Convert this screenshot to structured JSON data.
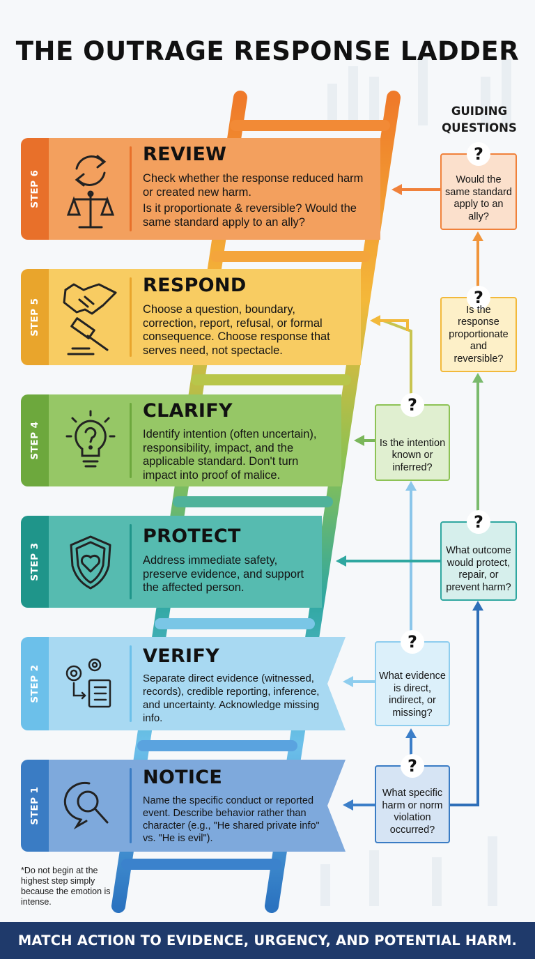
{
  "title": "THE OUTRAGE RESPONSE LADDER",
  "guiding_questions_title": "GUIDING QUESTIONS",
  "steps": [
    {
      "label": "STEP 6",
      "heading": "REVIEW",
      "body": [
        "Check whether the response reduced harm or created new harm.",
        "Is it proportionate & reversible? Would the same standard apply to an ally?"
      ],
      "icons": [
        "refresh-cycle-icon",
        "scales-icon"
      ],
      "color": "#f0813a"
    },
    {
      "label": "STEP 5",
      "heading": "RESPOND",
      "body": [
        "Choose a question, boundary, correction, report, refusal, or formal consequence. Choose response that serves need, not spectacle."
      ],
      "icons": [
        "handshake-icon",
        "gavel-icon"
      ],
      "color": "#f7c045"
    },
    {
      "label": "STEP 4",
      "heading": "CLARIFY",
      "body": [
        "Identify intention (often uncertain), responsibility, impact, and the applicable standard. Don't turn impact into proof of malice."
      ],
      "icons": [
        "lightbulb-question-icon"
      ],
      "color": "#8dc255"
    },
    {
      "label": "STEP 3",
      "heading": "PROTECT",
      "body": [
        "Address immediate safety, preserve evidence, and support the affected person."
      ],
      "icons": [
        "shield-heart-icon"
      ],
      "color": "#3fb0a4"
    },
    {
      "label": "STEP 2",
      "heading": "VERIFY",
      "body": [
        "Separate direct evidence (witnessed, records), credible reporting, inference, and uncertainty. Acknowledge missing info."
      ],
      "icons": [
        "gears-checklist-icon"
      ],
      "color": "#8ecdee"
    },
    {
      "label": "STEP 1",
      "heading": "NOTICE",
      "body": [
        "Name the specific conduct or reported event. Describe behavior rather than character (e.g., \"He shared private info\" vs. \"He is evil\")."
      ],
      "icons": [
        "magnifier-icon"
      ],
      "color": "#6e9fd6"
    }
  ],
  "questions": [
    {
      "mark": "?",
      "text": "Would the same standard apply to an ally?"
    },
    {
      "mark": "?",
      "text": "Is the response proportionate and reversible?"
    },
    {
      "mark": "?",
      "text": "Is the intention known or inferred?"
    },
    {
      "mark": "?",
      "text": "What outcome would protect, repair, or prevent harm?"
    },
    {
      "mark": "?",
      "text": "What evidence is direct, indirect, or missing?"
    },
    {
      "mark": "?",
      "text": "What specific harm or norm violation occurred?"
    }
  ],
  "note": "*Do not begin at the highest step simply because the emotion is intense.",
  "footer": "MATCH ACTION TO EVIDENCE, URGENCY, AND POTENTIAL HARM.",
  "colors": {
    "footer": "#1f3a6b",
    "review": "#f0813a",
    "respond": "#f7c045",
    "clarify": "#8dc255",
    "protect": "#3fb0a4",
    "verify": "#8ecdee",
    "notice": "#6e9fd6"
  }
}
